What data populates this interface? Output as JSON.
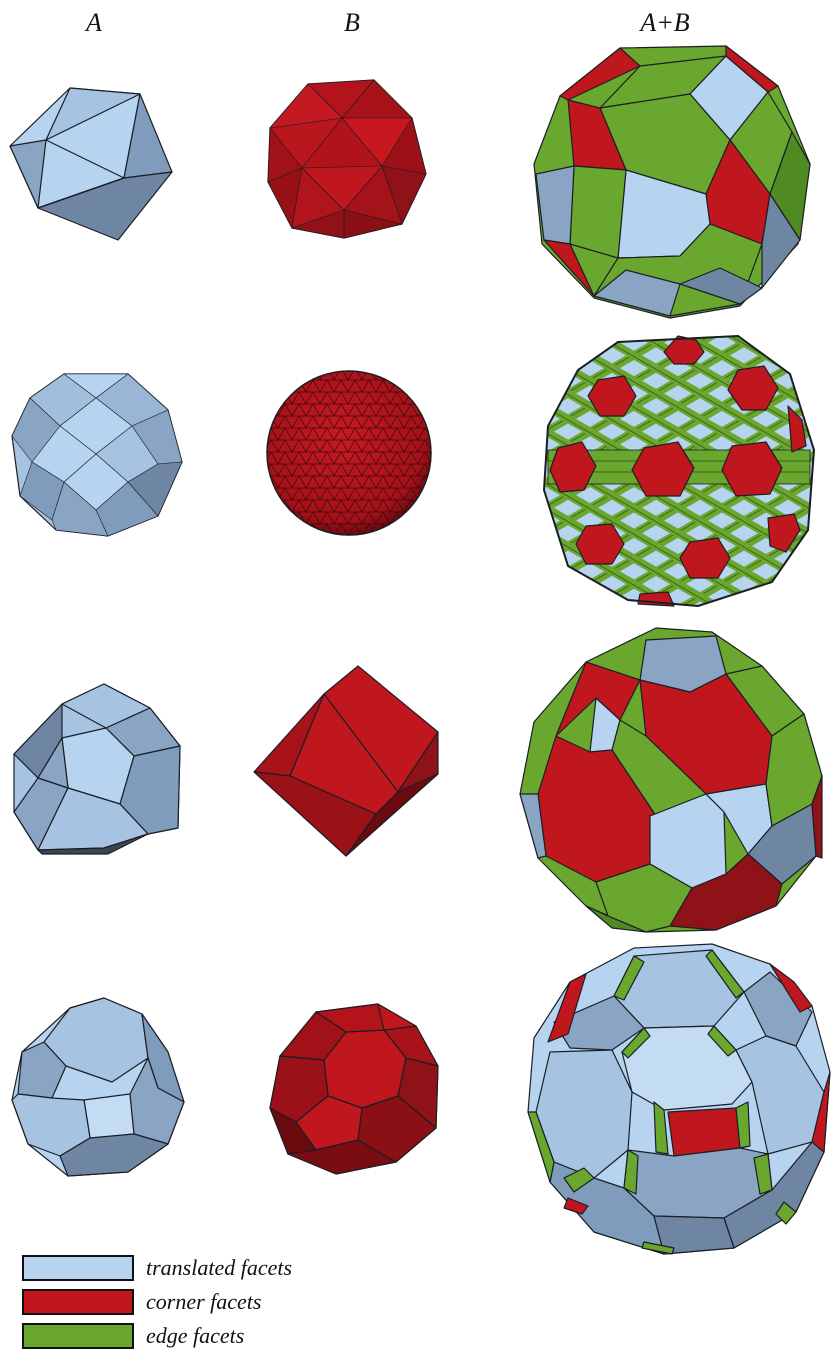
{
  "columns": {
    "a": "A",
    "b": "B",
    "sum": "A+B"
  },
  "colors": {
    "translated": "#b6d3f0",
    "translated_dark": "#8aa5c4",
    "translated_shade": "#6f86a3",
    "corner": "#c0161e",
    "corner_dark": "#8e1218",
    "edge": "#6aa72e",
    "edge_dark": "#4f8a22"
  },
  "legend": [
    {
      "label": "translated facets",
      "color": "#b6d3f0"
    },
    {
      "label": "corner facets",
      "color": "#c0161e"
    },
    {
      "label": "edge facets",
      "color": "#6aa72e"
    }
  ]
}
